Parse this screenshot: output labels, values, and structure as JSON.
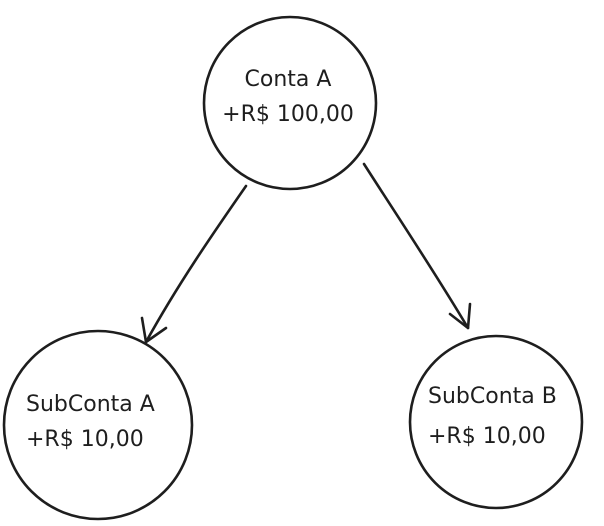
{
  "diagram": {
    "nodes": [
      {
        "id": "conta-a",
        "name": "Conta A",
        "amount": "+R$ 100,00"
      },
      {
        "id": "subconta-a",
        "name": "SubConta A",
        "amount": "+R$ 10,00"
      },
      {
        "id": "subconta-b",
        "name": "SubConta B",
        "amount": "+R$ 10,00"
      }
    ],
    "edges": [
      {
        "from": "conta-a",
        "to": "subconta-a"
      },
      {
        "from": "conta-a",
        "to": "subconta-b"
      }
    ],
    "colors": {
      "stroke": "#1e1e1e",
      "background": "#ffffff"
    }
  }
}
